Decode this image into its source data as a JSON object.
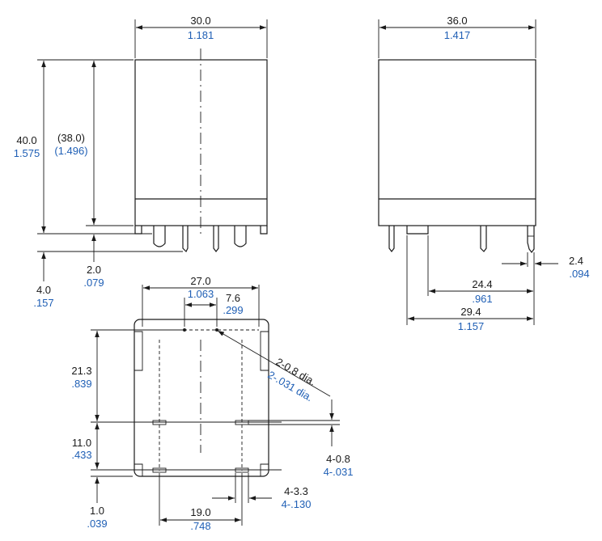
{
  "colors": {
    "line": "#1a1a1a",
    "metric": "#1a1a1a",
    "imperial": "#1f5fb5"
  },
  "front_view": {
    "width": {
      "mm": "30.0",
      "in": "1.181"
    },
    "height": {
      "mm": "40.0",
      "in": "1.575"
    },
    "body_height": {
      "mm": "(38.0)",
      "in": "(1.496)"
    },
    "base_gap": {
      "mm": "2.0",
      "in": ".079"
    },
    "pin_length": {
      "mm": "4.0",
      "in": ".157"
    }
  },
  "side_view": {
    "width": {
      "mm": "36.0",
      "in": "1.417"
    },
    "pin_offset": {
      "mm": "2.4",
      "in": ".094"
    },
    "pin_span_inner": {
      "mm": "24.4",
      "in": ".961"
    },
    "pin_span_outer": {
      "mm": "29.4",
      "in": "1.157"
    }
  },
  "bottom_view": {
    "hole_span": {
      "mm": "27.0",
      "in": "1.063"
    },
    "hole_offset": {
      "mm": "7.6",
      "in": ".299"
    },
    "hole_dia": {
      "mm": "2-0.8 dia.",
      "in": "2-.031 dia."
    },
    "upper_spacing": {
      "mm": "21.3",
      "in": ".839"
    },
    "middle_spacing": {
      "mm": "11.0",
      "in": ".433"
    },
    "edge_spacing": {
      "mm": "1.0",
      "in": ".039"
    },
    "pin_width": {
      "mm": "4-0.8",
      "in": "4-.031"
    },
    "pin_slot": {
      "mm": "4-3.3",
      "in": "4-.130"
    },
    "pin_pitch": {
      "mm": "19.0",
      "in": ".748"
    }
  }
}
